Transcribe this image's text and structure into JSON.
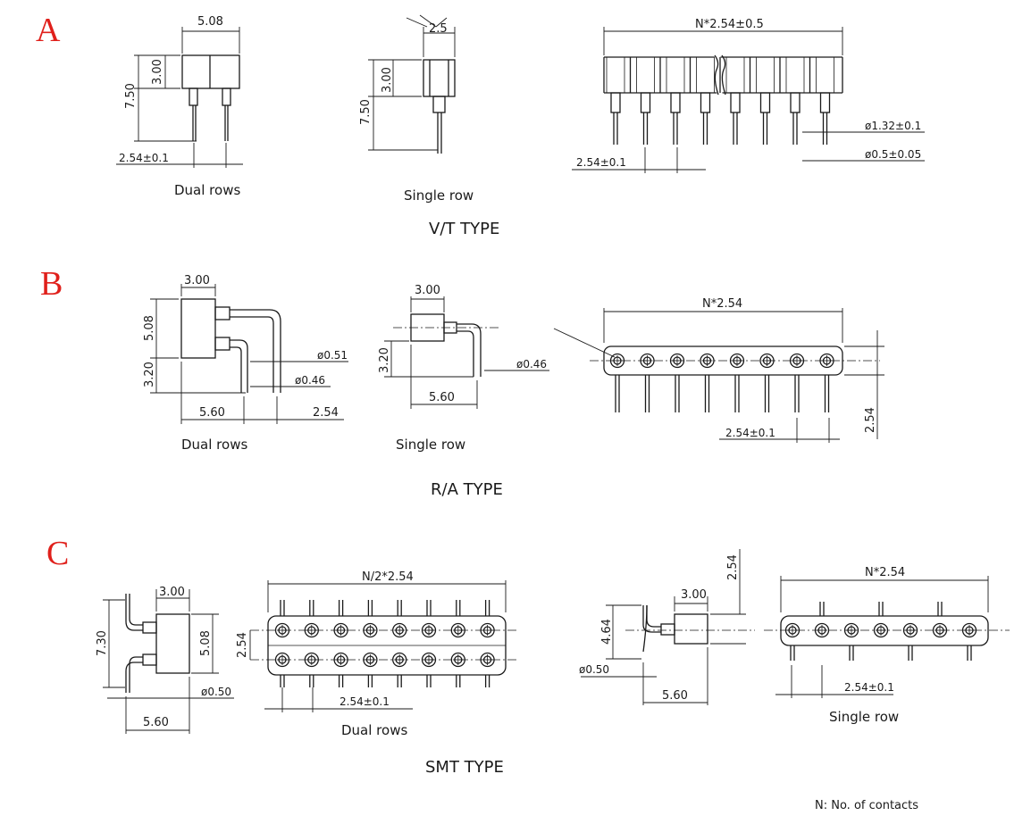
{
  "sections": {
    "a": {
      "letter": "A",
      "title": "V/T TYPE",
      "dual": {
        "caption": "Dual rows",
        "width": "5.08",
        "body_h": "3.00",
        "total_h": "7.50",
        "pitch": "2.54±0.1"
      },
      "single": {
        "caption": "Single row",
        "width": "2.5",
        "body_h": "3.00",
        "total_h": "7.50"
      },
      "row": {
        "length": "N*2.54±0.5",
        "pitch": "2.54±0.1",
        "dia1": "ø1.32±0.1",
        "dia2": "ø0.5±0.05"
      }
    },
    "b": {
      "letter": "B",
      "title": "R/A TYPE",
      "dual": {
        "caption": "Dual rows",
        "width": "3.00",
        "body_h": "5.08",
        "lower_h": "3.20",
        "offset": "5.60",
        "pitch": "2.54",
        "dia1": "ø0.51",
        "dia2": "ø0.46"
      },
      "single": {
        "caption": "Single row",
        "width": "3.00",
        "lower_h": "3.20",
        "offset": "5.60",
        "dia": "ø0.46"
      },
      "row": {
        "length": "N*2.54",
        "pitch": "2.54±0.1",
        "height": "2.54"
      }
    },
    "c": {
      "letter": "C",
      "title": "SMT TYPE",
      "side": {
        "width": "3.00",
        "total_h": "7.30",
        "body_h": "5.08",
        "dia": "ø0.50",
        "offset": "5.60"
      },
      "dual": {
        "caption": "Dual rows",
        "length": "N/2*2.54",
        "row_gap": "2.54",
        "pitch": "2.54±0.1"
      },
      "single_side": {
        "width": "3.00",
        "height": "4.64",
        "top": "2.54",
        "dia": "ø0.50",
        "offset": "5.60"
      },
      "single": {
        "caption": "Single row",
        "length": "N*2.54",
        "pitch": "2.54±0.1"
      }
    }
  },
  "footnote": "N: No. of contacts",
  "colors": {
    "ink": "#1a1a1a",
    "letter": "#e0201b"
  }
}
